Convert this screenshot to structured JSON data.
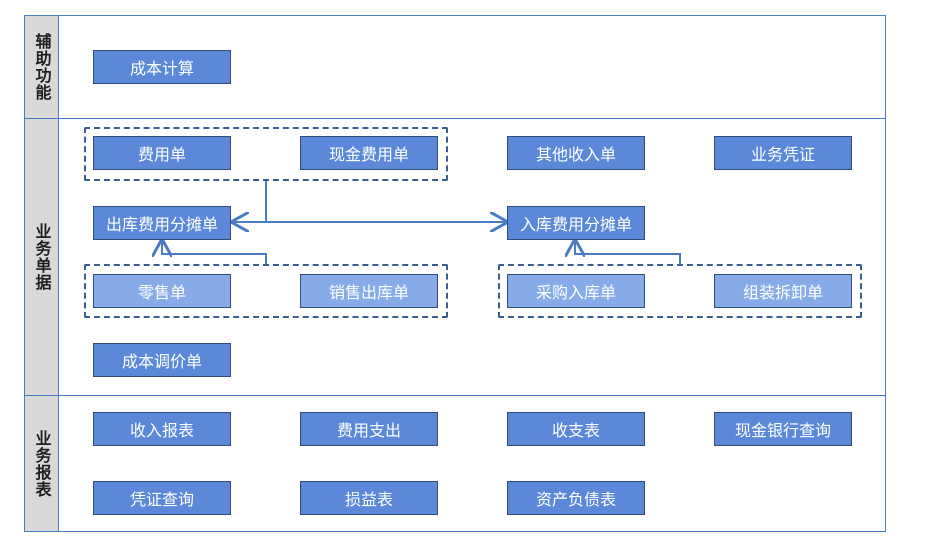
{
  "sections": {
    "aux": "辅助功能",
    "docs": "业务单据",
    "reports": "业务报表"
  },
  "aux": {
    "cost_calc": "成本计算"
  },
  "docs": {
    "expense_bill": "费用单",
    "cash_expense_bill": "现金费用单",
    "other_income_bill": "其他收入单",
    "business_voucher": "业务凭证",
    "outbound_cost_alloc": "出库费用分摊单",
    "inbound_cost_alloc": "入库费用分摊单",
    "retail_bill": "零售单",
    "sales_outbound": "销售出库单",
    "purchase_inbound": "采购入库单",
    "assembly_disassembly": "组装拆卸单",
    "cost_adjust": "成本调价单"
  },
  "reports": {
    "income_report": "收入报表",
    "expense_spending": "费用支出",
    "income_expense": "收支表",
    "cash_bank_query": "现金银行查询",
    "voucher_query": "凭证查询",
    "profit_loss": "损益表",
    "balance_sheet": "资产负债表"
  },
  "colors": {
    "box": "#5b88d8",
    "box_light": "#86abe8",
    "border": "#4a7cc4",
    "side_bg": "#d9d9d9"
  }
}
